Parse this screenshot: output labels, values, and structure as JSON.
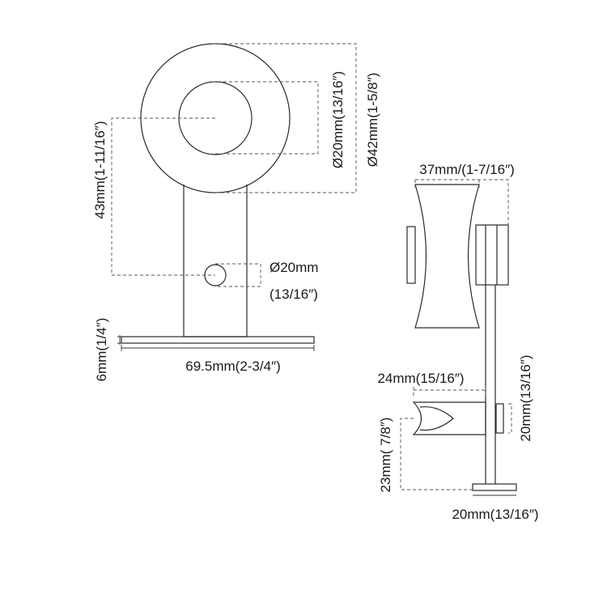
{
  "colors": {
    "line": "#2a2a2a",
    "text": "#1a1a1a",
    "background": "#ffffff"
  },
  "front_view": {
    "height_center": "43mm(1-11/16″)",
    "inner_diameter": "Ø20mm(13/16″)",
    "outer_diameter": "Ø42mm(1-5/8″)",
    "hole_diameter_mm": "Ø20mm",
    "hole_diameter_in": "(13/16″)",
    "base_thickness": "6mm(1/4″)",
    "base_width": "69.5mm(2-3/4″)"
  },
  "side_view": {
    "wheel_width": "37mm/(1-7/16″)",
    "wheel_spacer": "20mm(13/16″)",
    "guide_width": "24mm(15/16″)",
    "guide_height": "23mm( 7/8″)",
    "post_height": "20mm(13/16″)"
  }
}
